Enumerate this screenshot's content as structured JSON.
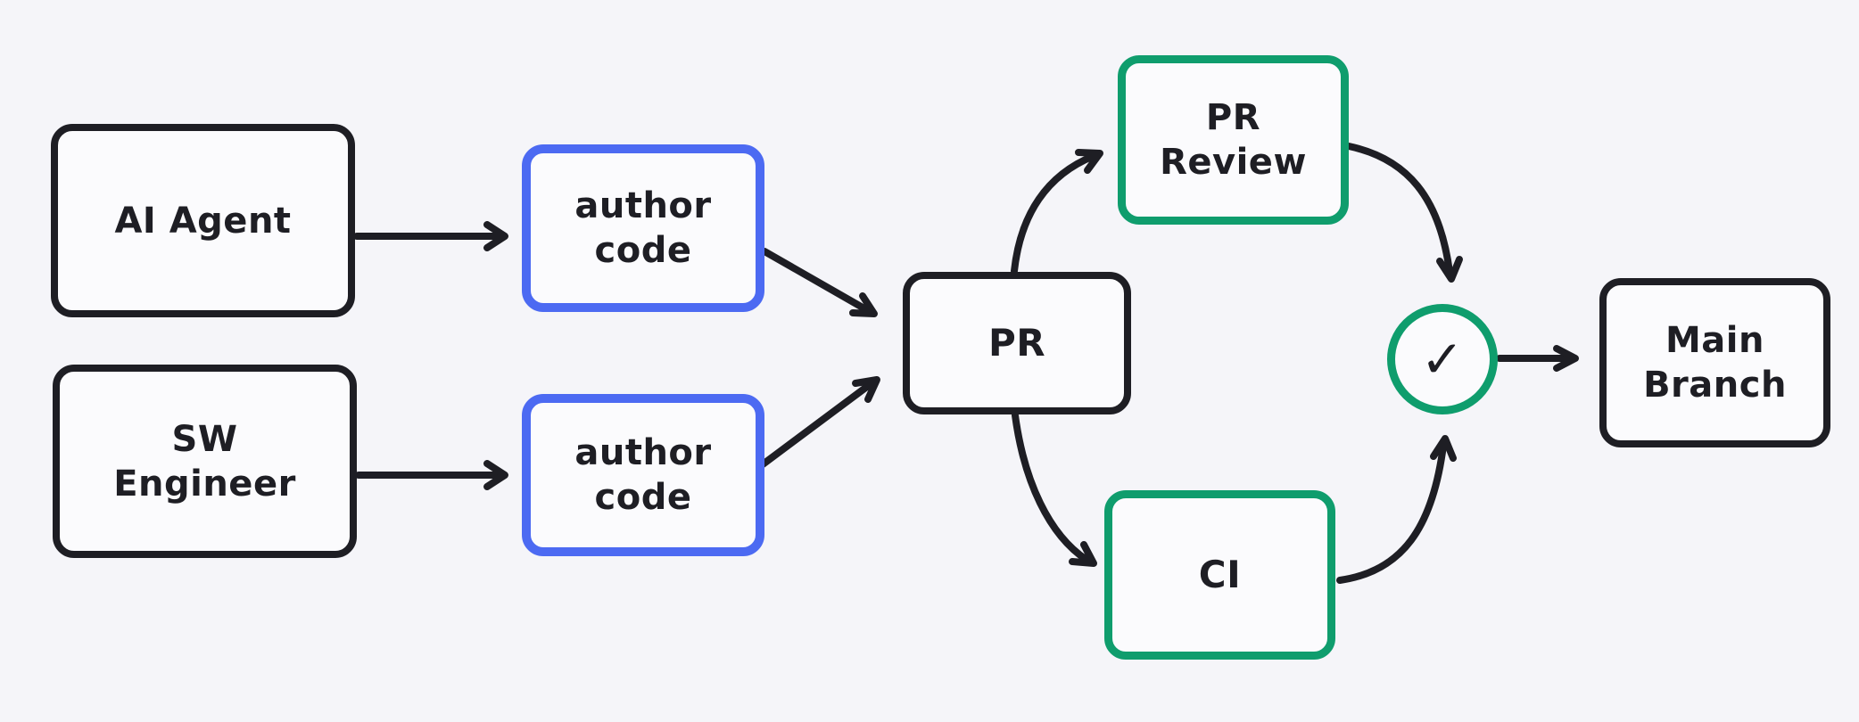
{
  "diagram": {
    "type": "flowchart",
    "background": "#f5f5f9",
    "colors": {
      "ink": "#1e1e24",
      "blue": "#4c6af2",
      "green": "#0f9d6d",
      "node_fill": "#fbfbfd"
    },
    "nodes": {
      "ai_agent": {
        "label": "AI Agent",
        "border_color": "#1e1e24"
      },
      "sw_engineer": {
        "label": "SW\nEngineer",
        "border_color": "#1e1e24"
      },
      "author_code_1": {
        "label": "author\ncode",
        "border_color": "#4c6af2"
      },
      "author_code_2": {
        "label": "author\ncode",
        "border_color": "#4c6af2"
      },
      "pr": {
        "label": "PR",
        "border_color": "#1e1e24"
      },
      "pr_review": {
        "label": "PR\nReview",
        "border_color": "#0f9d6d"
      },
      "ci": {
        "label": "CI",
        "border_color": "#0f9d6d"
      },
      "check": {
        "label": "✓",
        "border_color": "#0f9d6d"
      },
      "main_branch": {
        "label": "Main\nBranch",
        "border_color": "#1e1e24"
      }
    },
    "edges": [
      {
        "from": "ai_agent",
        "to": "author_code_1"
      },
      {
        "from": "sw_engineer",
        "to": "author_code_2"
      },
      {
        "from": "author_code_1",
        "to": "pr"
      },
      {
        "from": "author_code_2",
        "to": "pr"
      },
      {
        "from": "pr",
        "to": "pr_review"
      },
      {
        "from": "pr",
        "to": "ci"
      },
      {
        "from": "pr_review",
        "to": "check"
      },
      {
        "from": "ci",
        "to": "check"
      },
      {
        "from": "check",
        "to": "main_branch"
      }
    ]
  }
}
